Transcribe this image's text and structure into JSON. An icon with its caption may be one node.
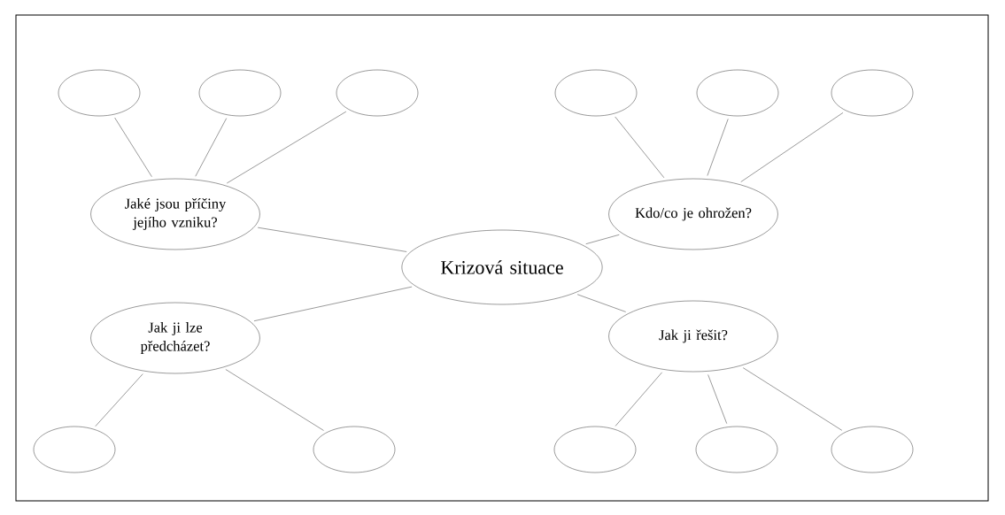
{
  "diagram": {
    "nodes": [
      {
        "text": [],
        "shape": "ellipse"
      },
      {
        "text": [],
        "shape": "ellipse"
      },
      {
        "text": [],
        "shape": "ellipse"
      },
      {
        "text": [],
        "shape": "ellipse"
      },
      {
        "text": [],
        "shape": "ellipse"
      },
      {
        "text": [],
        "shape": "ellipse"
      },
      {
        "text": [
          "Jaké jsou příčiny jejího vzniku?"
        ]
      },
      {
        "text": [
          "Kdo/co je ohrožen?"
        ]
      },
      {
        "text": [
          "Krizová situace"
        ]
      },
      {
        "text": [
          "Jak ji lze předcházet?"
        ]
      },
      {
        "text": [
          "Jak ji řešit?"
        ]
      },
      {
        "text": [],
        "shape": "ellipse"
      },
      {
        "text": [],
        "shape": "ellipse"
      },
      {
        "text": [],
        "shape": "ellipse"
      },
      {
        "text": [],
        "shape": "ellipse"
      },
      {
        "text": [],
        "shape": "ellipse"
      }
    ],
    "edges": [
      {
        "from": 6,
        "to": 0,
        "arrow": "none"
      },
      {
        "from": 6,
        "to": 1,
        "arrow": "none"
      },
      {
        "from": 6,
        "to": 2,
        "arrow": "none"
      },
      {
        "from": 7,
        "to": 3,
        "arrow": "none"
      },
      {
        "from": 7,
        "to": 4,
        "arrow": "none"
      },
      {
        "from": 7,
        "to": 5,
        "arrow": "none"
      },
      {
        "from": 6,
        "to": 8,
        "arrow": "none"
      },
      {
        "from": 7,
        "to": 8,
        "arrow": "none"
      },
      {
        "from": 9,
        "to": 8,
        "arrow": "none"
      },
      {
        "from": 10,
        "to": 8,
        "arrow": "none"
      },
      {
        "from": 9,
        "to": 11,
        "arrow": "none"
      },
      {
        "from": 9,
        "to": 12,
        "arrow": "none"
      },
      {
        "from": 10,
        "to": 13,
        "arrow": "none"
      },
      {
        "from": 10,
        "to": 14,
        "arrow": "none"
      },
      {
        "from": 10,
        "to": 15,
        "arrow": "none"
      }
    ]
  }
}
